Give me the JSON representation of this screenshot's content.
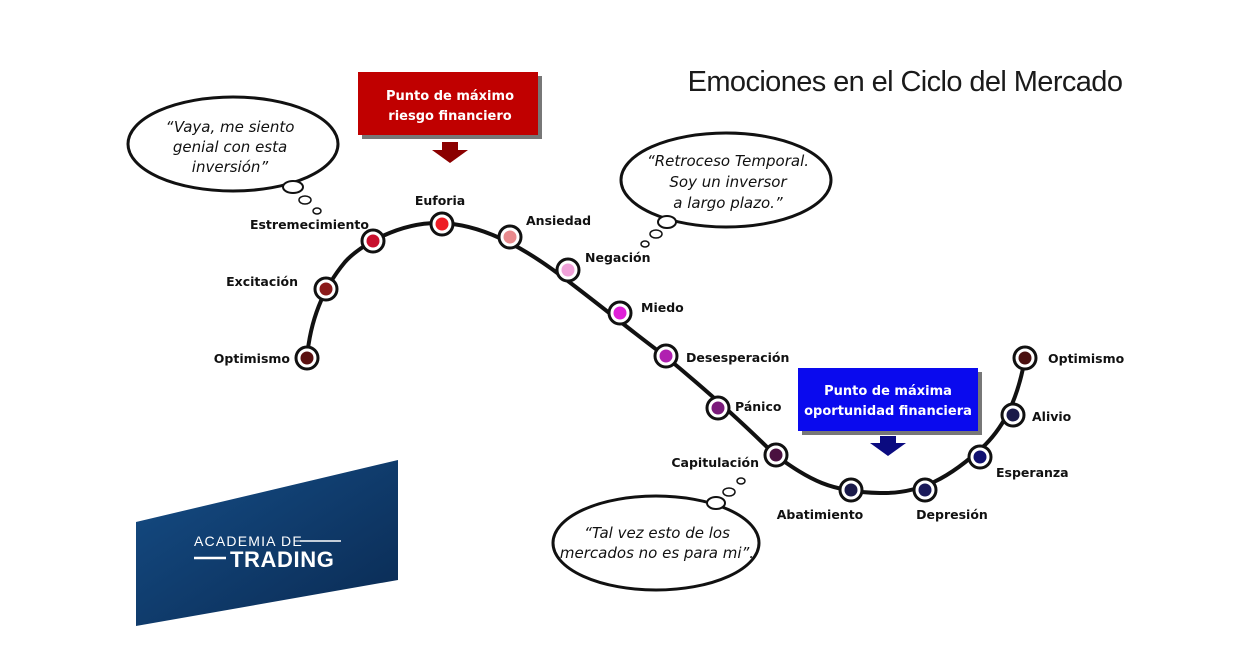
{
  "title": "Emociones en el Ciclo del Mercado",
  "callouts": {
    "risk": {
      "lines": [
        "Punto de máximo",
        "riesgo financiero"
      ],
      "color": "#c00000",
      "arrow_color": "#8b0000"
    },
    "opportunity": {
      "lines": [
        "Punto de máxima",
        "oportunidad financiera"
      ],
      "color": "#0a0aee",
      "arrow_color": "#0b0b80"
    }
  },
  "thoughts": [
    {
      "lines": [
        "“Vaya, me siento",
        "genial con esta",
        "inversión”"
      ]
    },
    {
      "lines": [
        "“Retroceso Temporal.",
        "Soy un inversor",
        "a largo plazo.”"
      ]
    },
    {
      "lines": [
        "“Tal vez esto de los",
        "mercados no es para mi”."
      ]
    }
  ],
  "stages": [
    {
      "label": "Optimismo",
      "color": "#5a1010"
    },
    {
      "label": "Excitación",
      "color": "#8b1a1a"
    },
    {
      "label": "Estremecimiento",
      "color": "#c8102e"
    },
    {
      "label": "Euforia",
      "color": "#ee1c25"
    },
    {
      "label": "Ansiedad",
      "color": "#e8898c"
    },
    {
      "label": "Negación",
      "color": "#f0a0d8"
    },
    {
      "label": "Miedo",
      "color": "#e020d8"
    },
    {
      "label": "Desesperación",
      "color": "#b020b0"
    },
    {
      "label": "Pánico",
      "color": "#7a1a7a"
    },
    {
      "label": "Capitulación",
      "color": "#4a1040"
    },
    {
      "label": "Abatimiento",
      "color": "#1a1a4a"
    },
    {
      "label": "Depresión",
      "color": "#1a1a5a"
    },
    {
      "label": "Esperanza",
      "color": "#101070"
    },
    {
      "label": "Alivio",
      "color": "#1a1a4a"
    },
    {
      "label": "Optimismo",
      "color": "#4a1010"
    }
  ],
  "brand": {
    "top": "ACADEMIA DE",
    "main": "TRADING",
    "bg_color": "#0d3a6e"
  }
}
